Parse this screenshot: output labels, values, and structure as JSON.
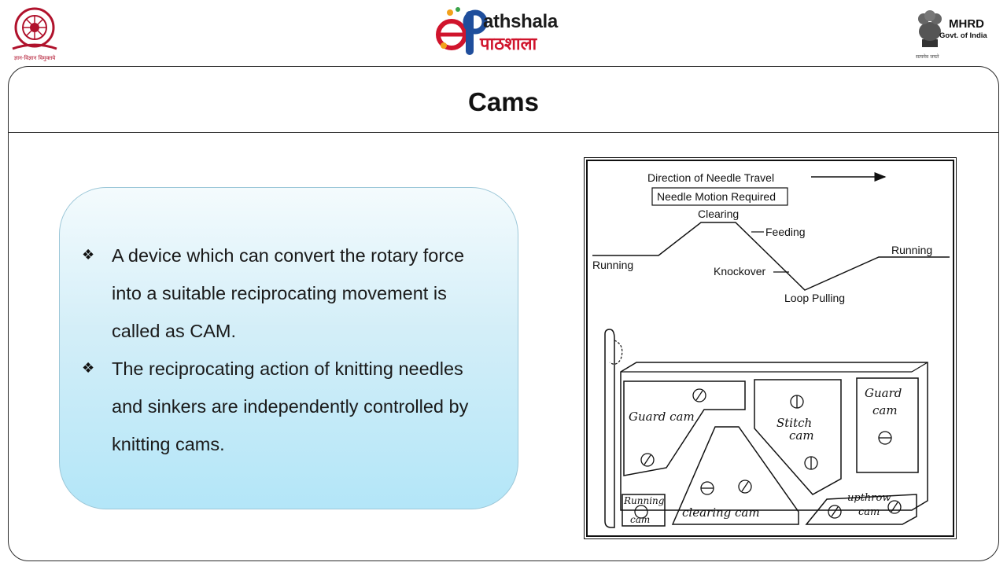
{
  "header": {
    "left_logo_caption": "ज्ञान-विज्ञान विमुक्तये",
    "brand_en": "athshala",
    "brand_hi": "पाठशाला",
    "mhrd_title": "MHRD",
    "mhrd_sub": "Govt. of India",
    "mhrd_motto": "सत्यमेव जयते"
  },
  "slide": {
    "title": "Cams",
    "bullets": [
      "A device which can convert the rotary force into a suitable reciprocating movement is called as CAM.",
      "The reciprocating action of knitting needles and sinkers are independently controlled by knitting cams."
    ],
    "bullet_marker": "❖"
  },
  "diagram": {
    "direction_label": "Direction of Needle Travel",
    "motion_box": "Needle Motion Required",
    "clearing": "Clearing",
    "feeding": "Feeding",
    "running_left": "Running",
    "running_right": "Running",
    "knockover": "Knockover",
    "loop_pulling": "Loop Pulling",
    "guard_cam_left": "Guard cam",
    "stitch_cam_1": "Stitch",
    "stitch_cam_2": "cam",
    "guard_cam_right_1": "Guard",
    "guard_cam_right_2": "cam",
    "running_cam_1": "Running",
    "running_cam_2": "cam",
    "clearing_cam": "clearing cam",
    "upthrow_cam_1": "upthrow",
    "upthrow_cam_2": "cam"
  },
  "colors": {
    "brand_red": "#d0142c",
    "bullet_box_bottom": "#b3e6f8"
  }
}
